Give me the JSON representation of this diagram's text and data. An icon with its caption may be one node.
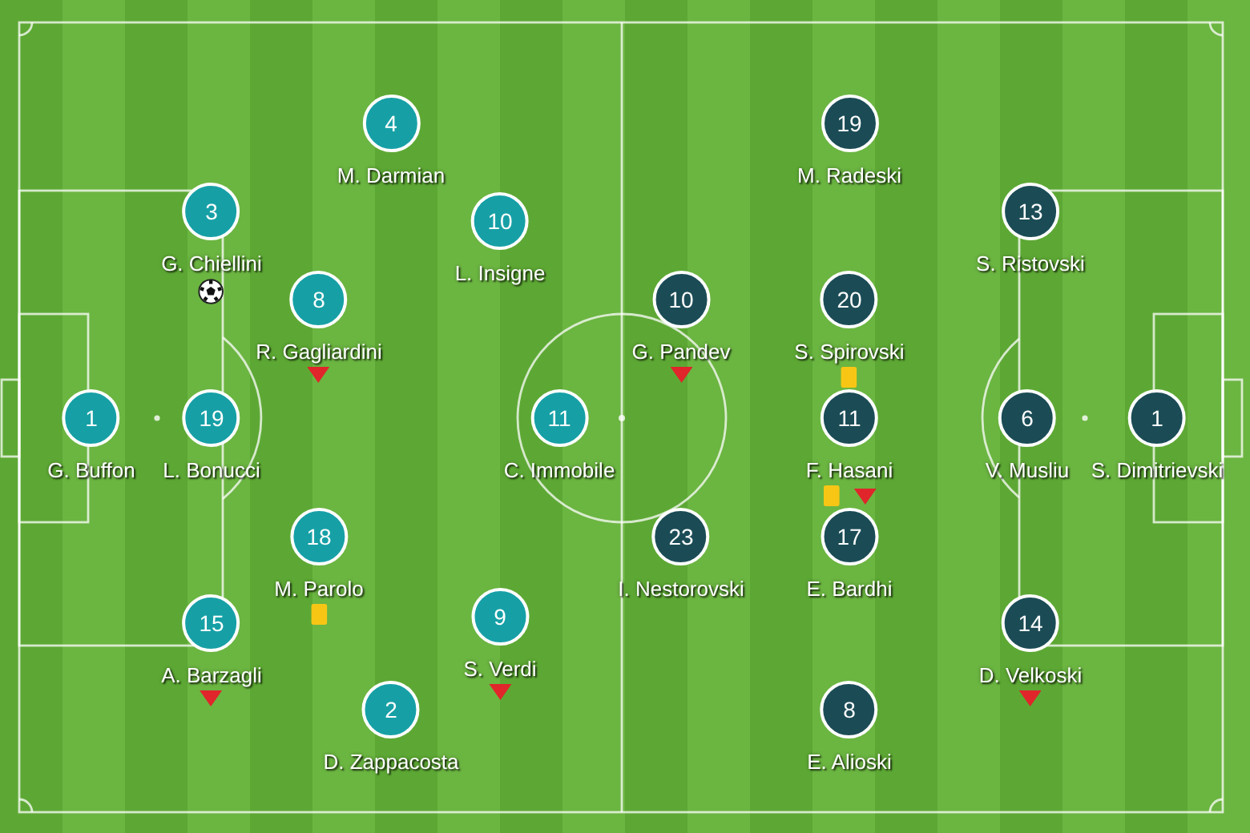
{
  "diagram": {
    "nodes": [
      {
        "text": [
          "1"
        ],
        "beside": [
          "G. Buffon"
        ]
      },
      {
        "text": [
          "3"
        ],
        "beside": [
          "G. Chiellini"
        ]
      },
      {
        "text": [
          "19"
        ],
        "beside": [
          "L. Bonucci"
        ]
      },
      {
        "text": [
          "15"
        ],
        "beside": [
          "A. Barzagli"
        ]
      },
      {
        "text": [
          "8"
        ],
        "beside": [
          "R. Gagliardini"
        ]
      },
      {
        "text": [
          "18"
        ],
        "beside": [
          "M. Parolo"
        ]
      },
      {
        "text": [
          "4"
        ],
        "beside": [
          "M. Darmian"
        ]
      },
      {
        "text": [
          "2"
        ],
        "beside": [
          "D. Zappacosta"
        ]
      },
      {
        "text": [
          "10"
        ],
        "beside": [
          "L. Insigne"
        ]
      },
      {
        "text": [
          "9"
        ],
        "beside": [
          "S. Verdi"
        ]
      },
      {
        "text": [
          "11"
        ],
        "beside": [
          "C. Immobile"
        ]
      },
      {
        "text": [
          "10"
        ],
        "beside": [
          "G. Pandev"
        ]
      },
      {
        "text": [
          "23"
        ],
        "beside": [
          "I. Nestorovski"
        ]
      },
      {
        "text": [
          "19"
        ],
        "beside": [
          "M. Radeski"
        ]
      },
      {
        "text": [
          "20"
        ],
        "beside": [
          "S. Spirovski"
        ]
      },
      {
        "text": [
          "11"
        ],
        "beside": [
          "F. Hasani"
        ]
      },
      {
        "text": [
          "17"
        ],
        "beside": [
          "E. Bardhi"
        ]
      },
      {
        "text": [
          "8"
        ],
        "beside": [
          "E. Alioski"
        ]
      },
      {
        "text": [
          "13"
        ],
        "beside": [
          "S. Ristovski"
        ]
      },
      {
        "text": [
          "6"
        ],
        "beside": [
          "V. Musliu"
        ]
      },
      {
        "text": [
          "14"
        ],
        "beside": [
          "D. Velkoski"
        ]
      },
      {
        "text": [
          "1"
        ],
        "beside": [
          "S. Dimitrievski"
        ]
      }
    ]
  }
}
